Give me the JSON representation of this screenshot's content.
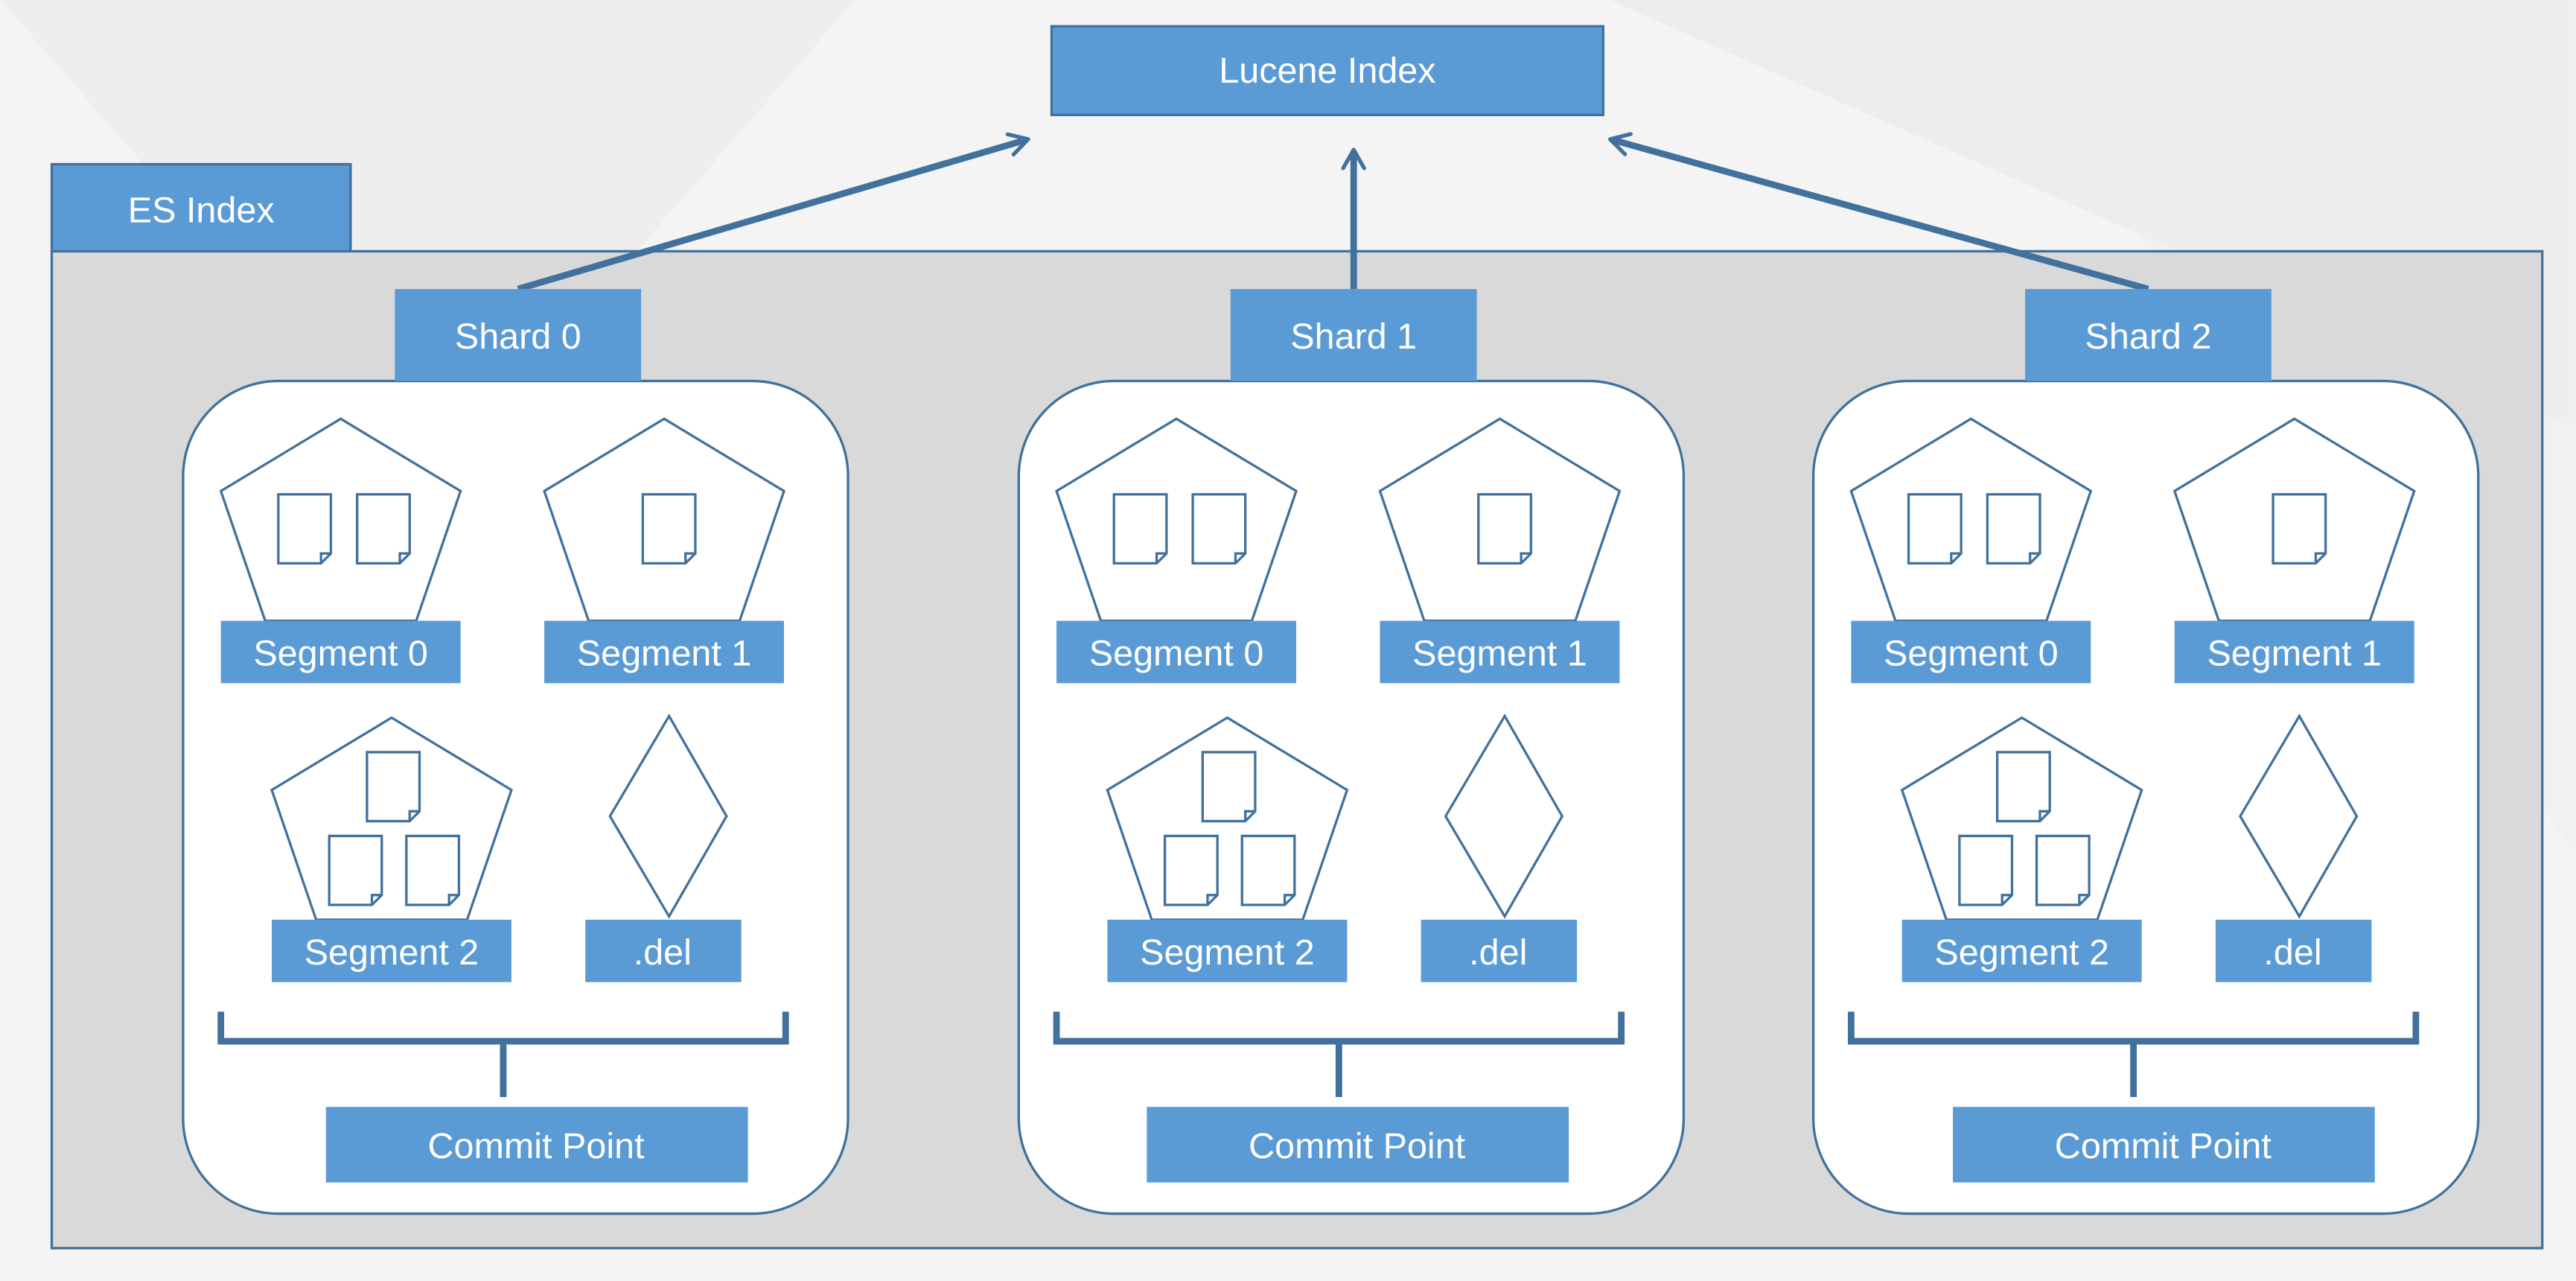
{
  "top_box": {
    "label": "Lucene Index"
  },
  "container": {
    "label": "ES Index"
  },
  "shards": [
    {
      "label": "Shard 0",
      "segments": [
        {
          "label": "Segment 0",
          "docs": 2
        },
        {
          "label": "Segment 1",
          "docs": 1
        },
        {
          "label": "Segment 2",
          "docs": 3
        }
      ],
      "del_label": ".del",
      "commit_label": "Commit Point"
    },
    {
      "label": "Shard 1",
      "segments": [
        {
          "label": "Segment 0",
          "docs": 2
        },
        {
          "label": "Segment 1",
          "docs": 1
        },
        {
          "label": "Segment 2",
          "docs": 3
        }
      ],
      "del_label": ".del",
      "commit_label": "Commit Point"
    },
    {
      "label": "Shard 2",
      "segments": [
        {
          "label": "Segment 0",
          "docs": 2
        },
        {
          "label": "Segment 1",
          "docs": 1
        },
        {
          "label": "Segment 2",
          "docs": 3
        }
      ],
      "del_label": ".del",
      "commit_label": "Commit Point"
    }
  ],
  "colors": {
    "box_fill": "#5b9bd5",
    "line": "#41719c",
    "panel_fill": "#d9d9d9",
    "shard_fill": "#ffffff",
    "background": "#f4f4f4"
  },
  "icons": {
    "segment": "pentagon-icon",
    "document": "document-icon",
    "del": "diamond-icon",
    "commit_bracket": "brace-icon",
    "relation": "arrow-up-icon"
  }
}
